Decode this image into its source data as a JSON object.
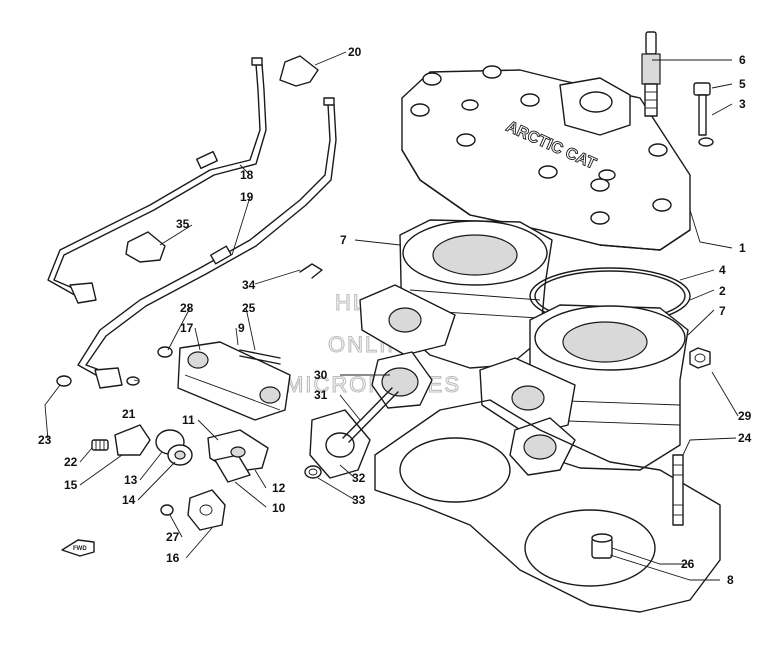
{
  "watermark": {
    "line1": "HLSM'S",
    "line2": "ONLINE",
    "line3": "MICROFICHES"
  },
  "head_casting_text": "ARCTIC CAT",
  "fwd_marker": "FWD",
  "callouts": [
    "1",
    "2",
    "3",
    "4",
    "5",
    "6",
    "7",
    "7",
    "8",
    "9",
    "10",
    "11",
    "12",
    "13",
    "14",
    "15",
    "16",
    "17",
    "18",
    "19",
    "20",
    "21",
    "22",
    "23",
    "24",
    "25",
    "26",
    "27",
    "28",
    "29",
    "30",
    "31",
    "32",
    "33",
    "34",
    "35"
  ],
  "colors": {
    "line": "#1a1a1a",
    "watermark": "#bdbdbd",
    "background": "#ffffff"
  }
}
